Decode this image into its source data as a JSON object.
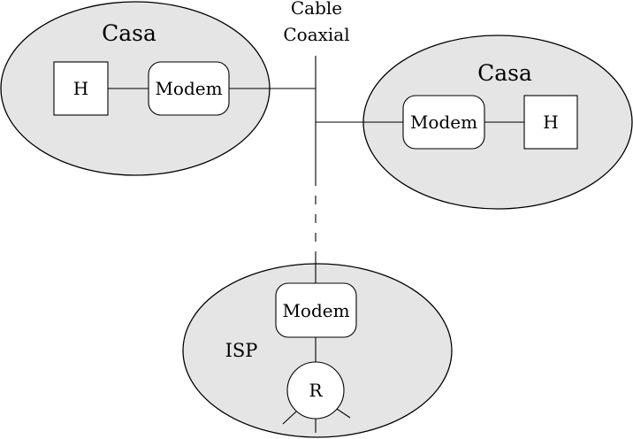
{
  "diagram": {
    "title": "Cable network topology",
    "cable": {
      "label_line1": "Cable",
      "label_line2": "Coaxial"
    },
    "zones": [
      {
        "id": "casa-left",
        "label": "Casa",
        "nodes": [
          {
            "id": "host",
            "label": "H",
            "shape": "square"
          },
          {
            "id": "modem",
            "label": "Modem",
            "shape": "rounded-rect"
          }
        ]
      },
      {
        "id": "casa-right",
        "label": "Casa",
        "nodes": [
          {
            "id": "modem",
            "label": "Modem",
            "shape": "rounded-rect"
          },
          {
            "id": "host",
            "label": "H",
            "shape": "square"
          }
        ]
      },
      {
        "id": "isp",
        "label": "ISP",
        "nodes": [
          {
            "id": "modem",
            "label": "Modem",
            "shape": "rounded-rect"
          },
          {
            "id": "router",
            "label": "R",
            "shape": "circle"
          }
        ]
      }
    ],
    "colors": {
      "zone_fill": "#e5e5e5",
      "node_fill": "#ffffff",
      "stroke": "#000000"
    }
  }
}
